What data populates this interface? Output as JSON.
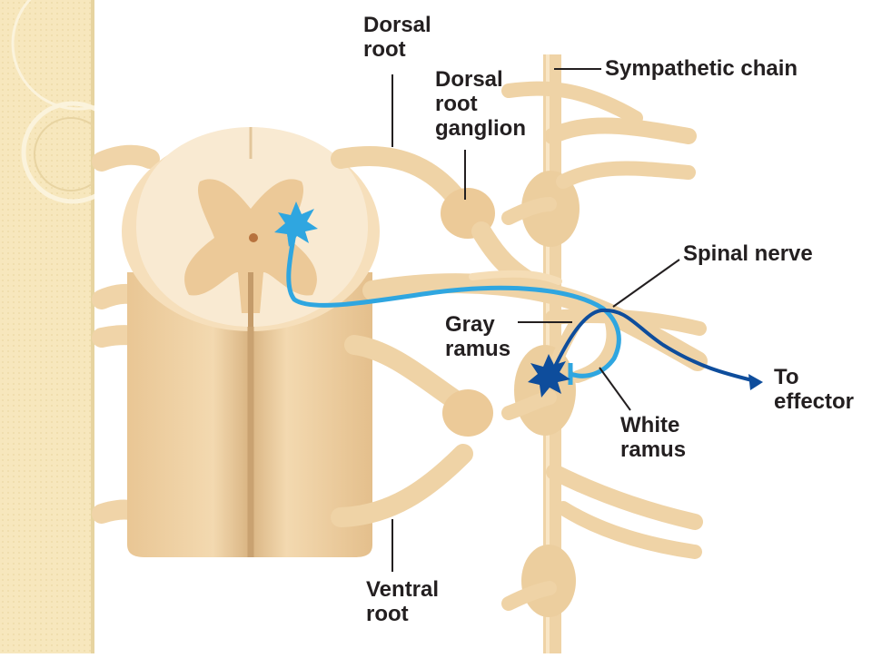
{
  "colors": {
    "background": "#ffffff",
    "sidebar": "#f7e7bd",
    "sidebar_edge": "#e2cf98",
    "tissue": "#f1d6aa",
    "tissue_shadow": "#d8b98b",
    "gray_matter": "#eccd9b",
    "white_matter": "#f9ead2",
    "preganglionic_neuron": "#2fa6e0",
    "postganglionic_neuron": "#0e4d9c",
    "label_text": "#231f20",
    "leader_line": "#231f20"
  },
  "labels": {
    "dorsal_root": [
      "Dorsal",
      "root"
    ],
    "dorsal_root_ganglion": [
      "Dorsal",
      "root",
      "ganglion"
    ],
    "sympathetic_chain": "Sympathetic chain",
    "spinal_nerve": "Spinal nerve",
    "gray_ramus": [
      "Gray",
      "ramus"
    ],
    "to_effector": [
      "To",
      "effector"
    ],
    "white_ramus": [
      "White",
      "ramus"
    ],
    "ventral_root": [
      "Ventral",
      "root"
    ]
  },
  "icons": {
    "preganglionic_cell_body": "star-neuron-icon",
    "ganglionic_cell_body": "star-neuron-icon",
    "effector_arrow": "arrow-right-icon"
  }
}
